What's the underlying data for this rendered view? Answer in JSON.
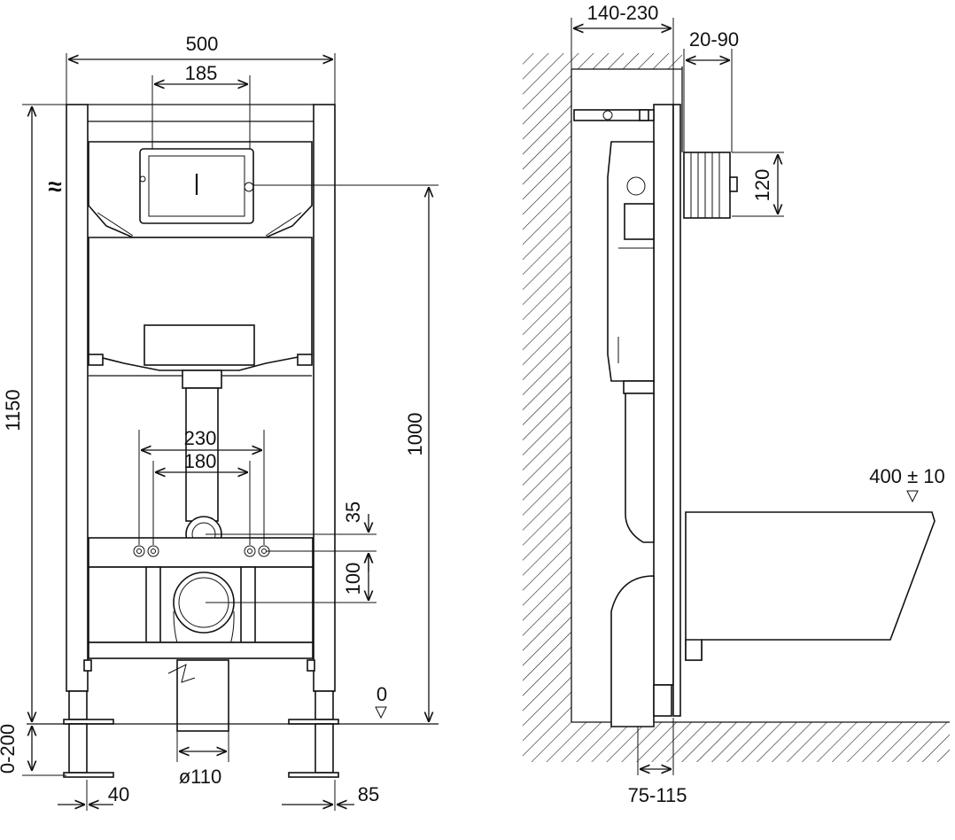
{
  "front_view": {
    "frame_width": "500",
    "button_plate_width": "185",
    "total_height": "1150",
    "inlet_height": "1000",
    "bolt_spacing_outer": "230",
    "bolt_spacing_inner": "180",
    "drain_offset": "35",
    "drain_to_bolts": "100",
    "floor_level": "0",
    "leg_adjustment": "0-200",
    "pipe_diameter": "ø110",
    "foot_width": "40",
    "foot_offset": "85",
    "water_inlet_symbol": "≈"
  },
  "side_view": {
    "wall_distance": "140-230",
    "wall_finish": "20-90",
    "panel_height": "120",
    "bowl_height": "400 ± 10",
    "drain_depth": "75-115"
  }
}
